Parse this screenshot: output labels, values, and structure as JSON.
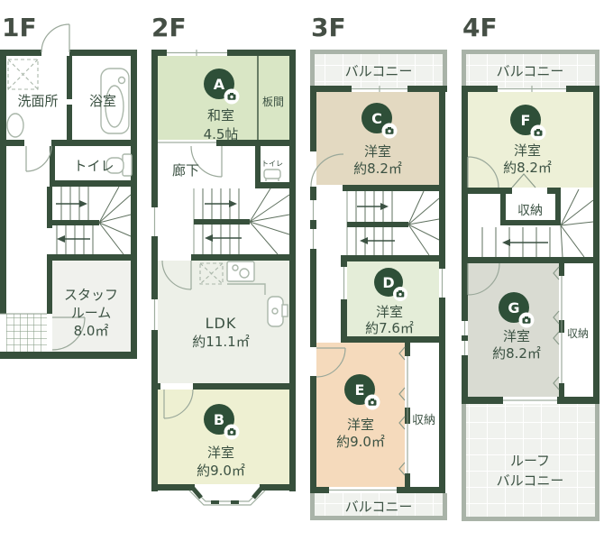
{
  "colors": {
    "wall": "#37503c",
    "text": "#3c5243",
    "floor_label": "#454f45",
    "marker": "#2e4f38",
    "room_japanese": "#d9e6c5",
    "room_b": "#eef0d2",
    "room_c": "#e3d9c1",
    "room_d": "#e4edd8",
    "room_e": "#f5dabc",
    "room_f": "#edf0d7",
    "room_g": "#d9dbd2",
    "room_ldk": "#edf0e8",
    "room_staff": "#f0f1ed",
    "balcony_rim": "#a9b3a8",
    "balcony_fill": "#f0f2ee"
  },
  "floor1": {
    "label": "1F",
    "washroom": "洗面所",
    "bathroom": "浴室",
    "toilet": "トイレ",
    "staff_room_line1": "スタッフ",
    "staff_room_line2": "ルーム",
    "staff_room_area": "8.0㎡"
  },
  "floor2": {
    "label": "2F",
    "marker_a": "A",
    "japanese_room": "和室",
    "japanese_room_size": "4.5帖",
    "wood_floor": "板間",
    "hallway": "廊下",
    "toilet": "トイレ",
    "ldk": "LDK",
    "ldk_area": "約11.1㎡",
    "marker_b": "B",
    "western_room_b": "洋室",
    "western_room_b_area": "約9.0㎡"
  },
  "floor3": {
    "label": "3F",
    "balcony_top": "バルコニー",
    "marker_c": "C",
    "western_room_c": "洋室",
    "western_room_c_area": "約8.2㎡",
    "marker_d": "D",
    "western_room_d": "洋室",
    "western_room_d_area": "約7.6㎡",
    "marker_e": "E",
    "western_room_e": "洋室",
    "western_room_e_area": "約9.0㎡",
    "closet": "収納",
    "balcony_bottom": "バルコニー"
  },
  "floor4": {
    "label": "4F",
    "balcony_top": "バルコニー",
    "marker_f": "F",
    "western_room_f": "洋室",
    "western_room_f_area": "約8.2㎡",
    "closet_center": "収納",
    "marker_g": "G",
    "western_room_g": "洋室",
    "western_room_g_area": "約8.2㎡",
    "closet_right": "収納",
    "roof_balcony_line1": "ルーフ",
    "roof_balcony_line2": "バルコニー"
  }
}
